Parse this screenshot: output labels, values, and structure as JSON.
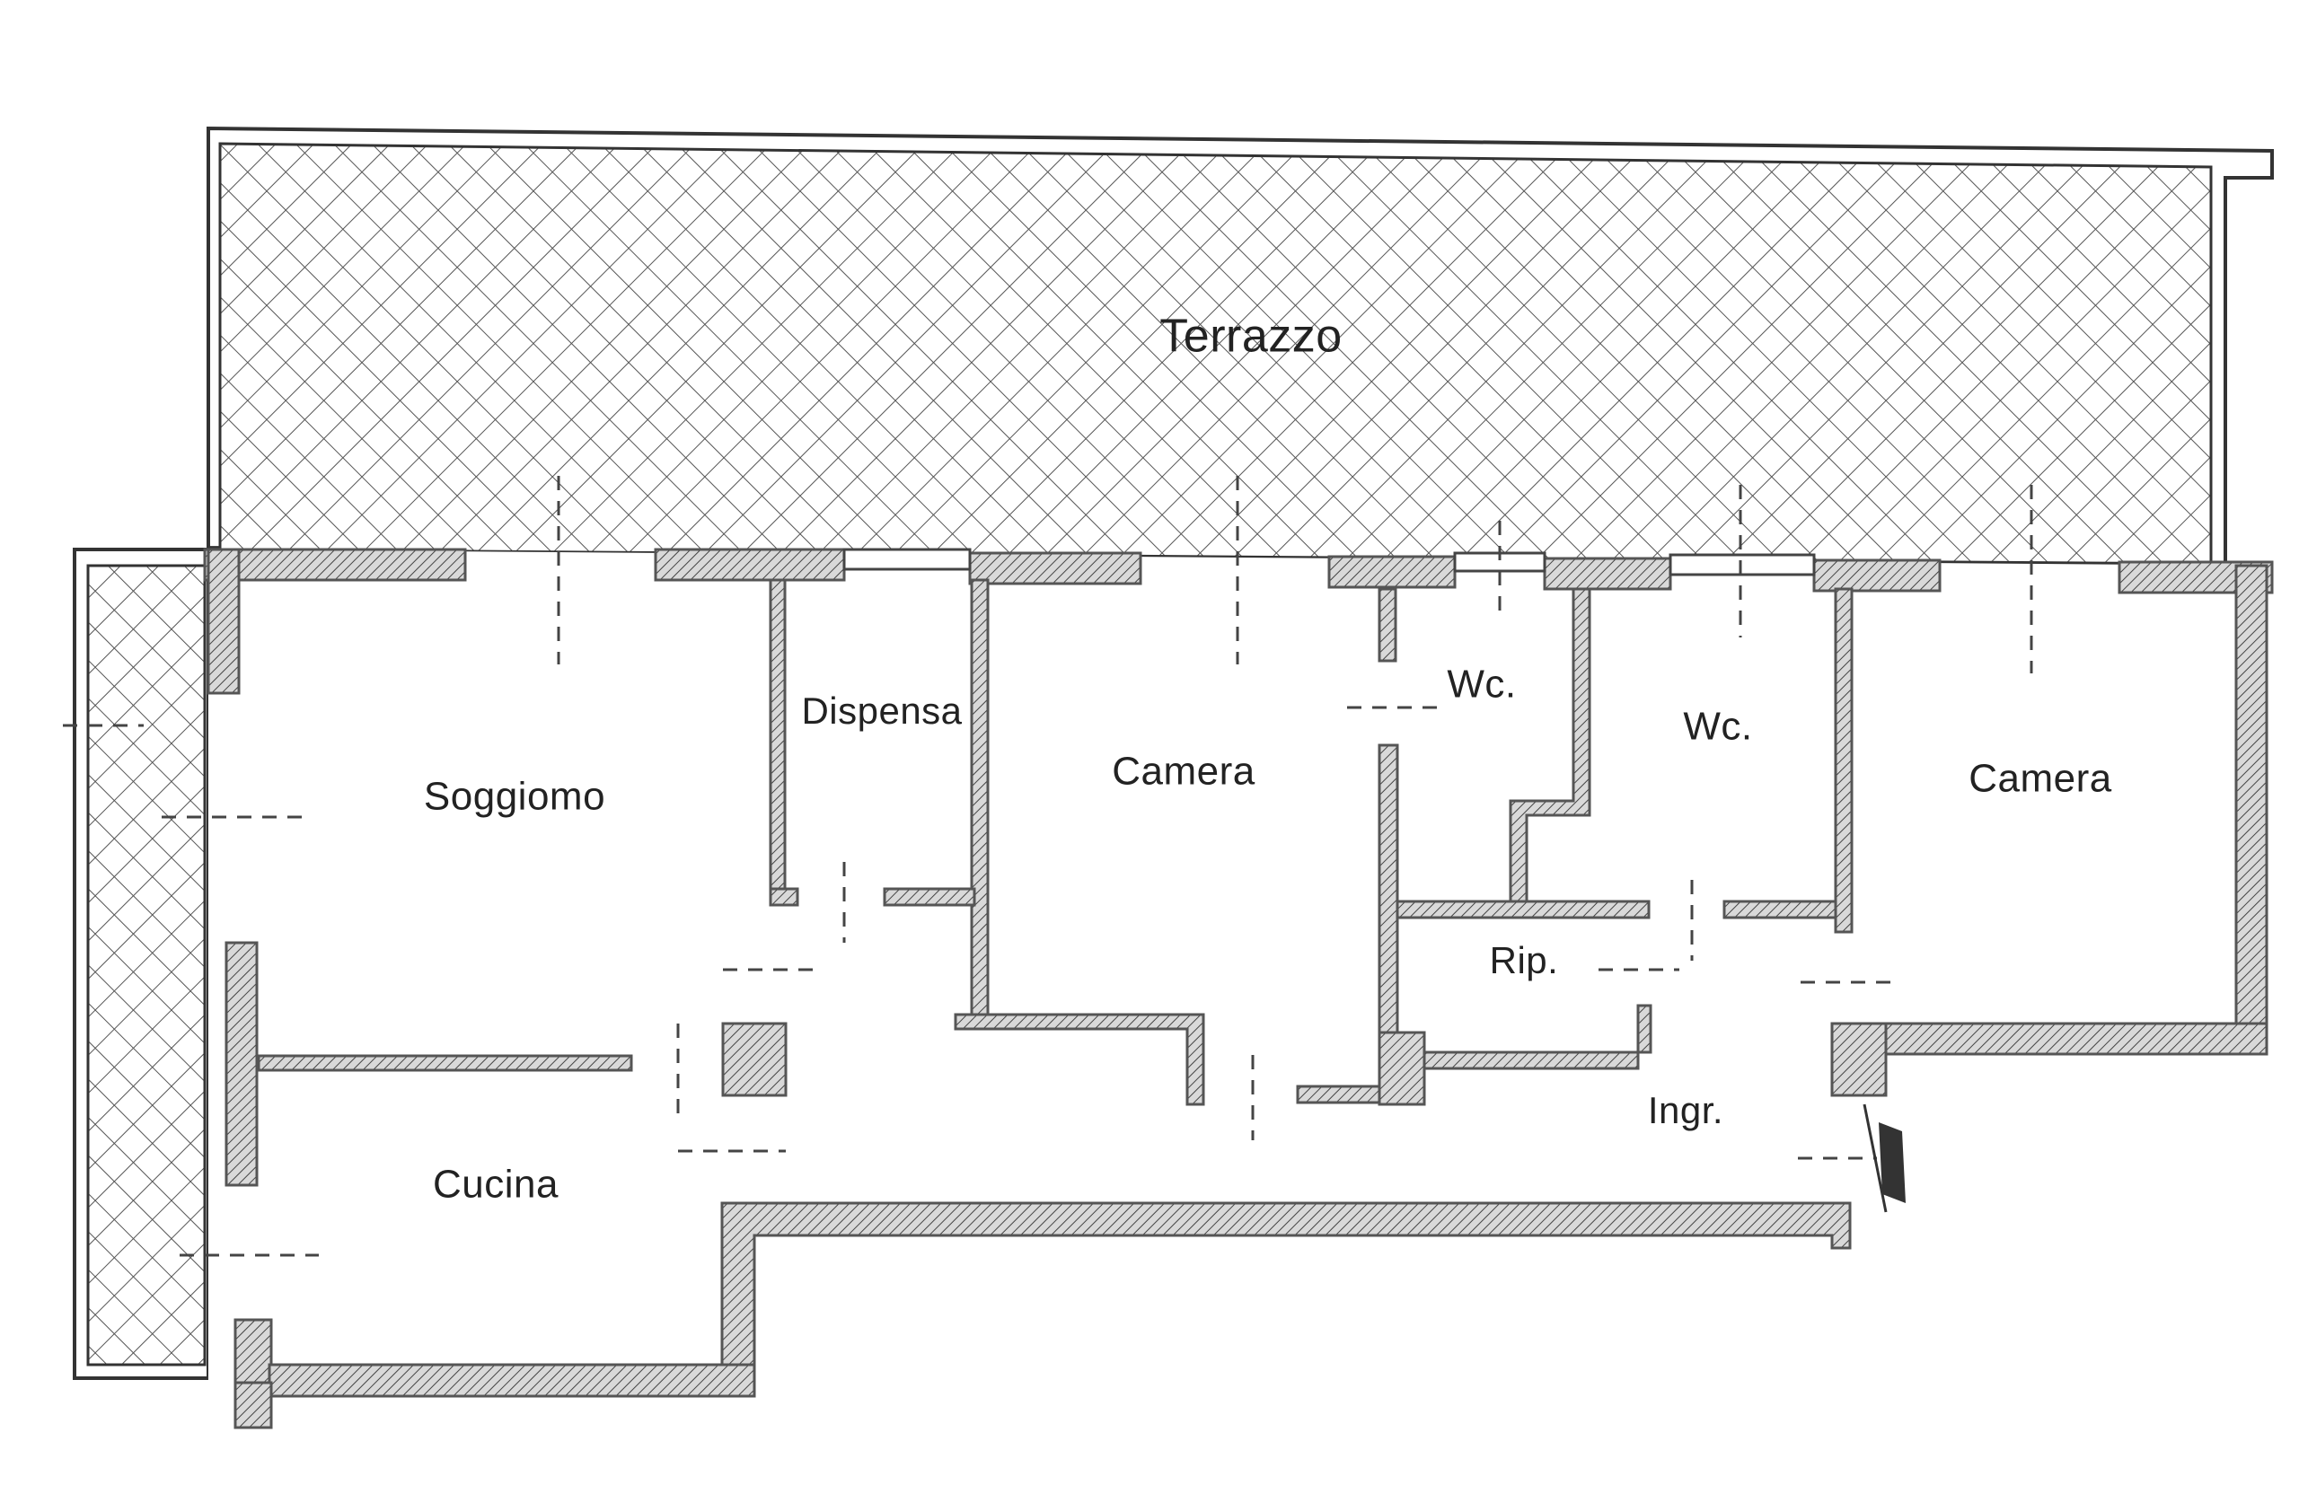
{
  "rooms": {
    "terrazzo": "Terrazzo",
    "soggiorno": "Soggiomo",
    "dispensa": "Dispensa",
    "camera_1": "Camera",
    "wc_1": "Wc.",
    "wc_2": "Wc.",
    "camera_2": "Camera",
    "rip": "Rip.",
    "ingr": "Ingr.",
    "cucina": "Cucina"
  }
}
